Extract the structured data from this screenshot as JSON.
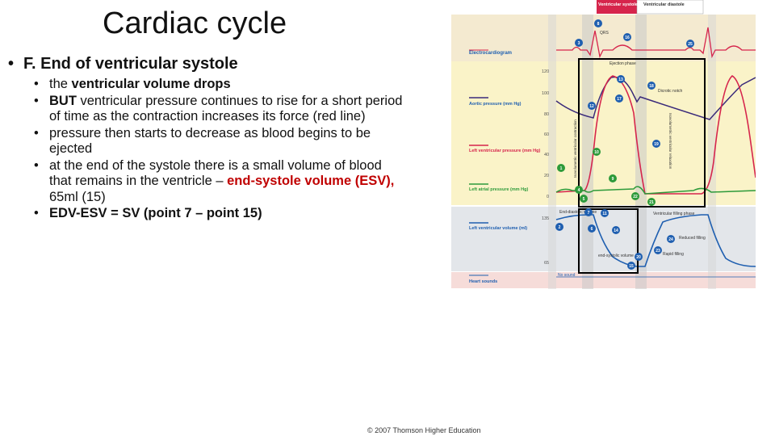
{
  "slide": {
    "title": "Cardiac cycle",
    "heading_bullet": "•",
    "heading": "F.  End of ventricular systole",
    "bullets": {
      "b1_pre": "the ",
      "b1_bold": "ventricular volume drops",
      "b2_bold": "BUT",
      "b2_rest": " ventricular pressure continues to rise for a short period of time as the contraction increases its force (red line)",
      "b3": "pressure then starts to decrease as blood begins to be ejected",
      "b4_pre": "at the end of the systole there is a small volume of blood that remains in the ventricle – ",
      "b4_red": "end-systole volume (ESV),",
      "b4_post": " 65ml (15)",
      "b5": "EDV-ESV = SV (point 7 – point 15)"
    },
    "credit": "© 2007 Thomson Higher Education"
  },
  "figure": {
    "phase_systole": "Ventricular systole",
    "phase_diastole": "Ventricular diastole",
    "label_qrs": "QRS",
    "row_ecg": "Electrocardiogram",
    "row_aortic": "Aortic pressure (mm Hg)",
    "row_lv_pressure": "Left ventricular pressure (mm Hg)",
    "row_la_pressure": "Left atrial pressure (mm Hg)",
    "row_lv_volume": "Left ventricular volume (ml)",
    "row_heart_sounds": "Heart sounds",
    "y_ticks_pressure": [
      "120",
      "100",
      "80",
      "60",
      "40",
      "20",
      "0"
    ],
    "y_ticks_volume": [
      "135",
      "65"
    ],
    "label_ejection": "Ejection phase",
    "label_dicrotic": "Dicrotic notch",
    "label_isovol_contraction": "Isovolumetric ventricular contraction",
    "label_isovol_relaxation": "Isovolumetric ventricular relaxation",
    "label_edv": "End-diastolic volume",
    "label_esv": "end-systolic volume",
    "label_vent_filling": "Ventricular filling phase",
    "label_reduced_filling": "Reduced filling",
    "label_rapid_filling": "Rapid filling",
    "label_no_sound": "No sound",
    "point_numbers": [
      "1",
      "2",
      "3",
      "4",
      "5",
      "6",
      "7",
      "8",
      "9",
      "10",
      "11",
      "12",
      "13",
      "14",
      "15",
      "16",
      "17",
      "18",
      "19",
      "20",
      "21",
      "22",
      "23",
      "24",
      "25"
    ],
    "colors": {
      "aortic": "#3a2a7a",
      "lv_pressure": "#d6254c",
      "la_pressure": "#2d9a3a",
      "lv_volume": "#1f5fb0",
      "ecg": "#d6254c",
      "highlight_box": "#000000",
      "label_blue": "#1f5fb0",
      "label_red": "#d6254c"
    }
  }
}
